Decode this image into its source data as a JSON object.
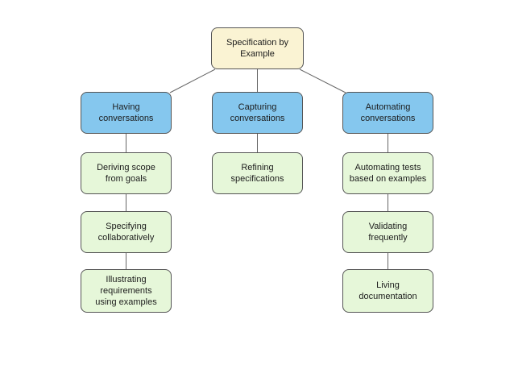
{
  "diagram": {
    "colors": {
      "root_fill": "#FAF3D3",
      "branch_fill": "#85C7EE",
      "leaf_fill": "#E6F7D9",
      "border": "#555555",
      "connector": "#666666"
    },
    "nodes": {
      "root": {
        "label": "Specification by\nExample"
      },
      "having": {
        "label": "Having conversations"
      },
      "capturing": {
        "label": "Capturing\nconversations"
      },
      "automating": {
        "label": "Automating\nconversations"
      },
      "deriving": {
        "label": "Deriving scope\nfrom goals"
      },
      "refining": {
        "label": "Refining\nspecifications"
      },
      "automating_tests": {
        "label": "Automating tests\nbased on examples"
      },
      "specifying": {
        "label": "Specifying\ncollaboratively"
      },
      "validating": {
        "label": "Validating\nfrequently"
      },
      "illustrating": {
        "label": "Illustrating\nrequirements\nusing examples"
      },
      "living": {
        "label": "Living\ndocumentation"
      }
    }
  }
}
